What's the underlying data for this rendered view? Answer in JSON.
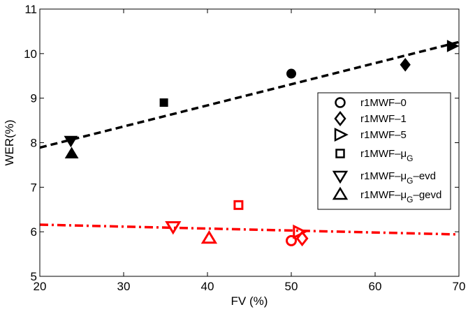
{
  "chart_data": {
    "type": "scatter",
    "title": "",
    "xlabel": "FV (%)",
    "ylabel": "WER(%)",
    "xlim": [
      20,
      70
    ],
    "ylim": [
      5,
      11
    ],
    "xticks": [
      20,
      30,
      40,
      50,
      60,
      70
    ],
    "yticks": [
      5,
      6,
      7,
      8,
      9,
      10,
      11
    ],
    "xtick_labels": [
      "20",
      "30",
      "40",
      "50",
      "60",
      "70"
    ],
    "ytick_labels": [
      "5",
      "6",
      "7",
      "8",
      "9",
      "10",
      "11"
    ],
    "grid": false,
    "legend_position": "right",
    "legend": [
      {
        "marker": "circle",
        "label": "r1MWF–0",
        "sub": "",
        "suffix": ""
      },
      {
        "marker": "diamond",
        "label": "r1MWF–1",
        "sub": "",
        "suffix": ""
      },
      {
        "marker": "triangle-right",
        "label": "r1MWF–5",
        "sub": "",
        "suffix": ""
      },
      {
        "marker": "square",
        "label": "r1MWF–μ",
        "sub": "G",
        "suffix": ""
      },
      {
        "marker": "triangle-down",
        "label": "r1MWF–μ",
        "sub": "G",
        "suffix": "–evd"
      },
      {
        "marker": "triangle-up",
        "label": "r1MWF–μ",
        "sub": "G",
        "suffix": "–gevd"
      }
    ],
    "series": [
      {
        "name": "black",
        "color": "#000000",
        "filled": true,
        "points": [
          {
            "method": "r1MWF-0",
            "marker": "circle",
            "x": 50.0,
            "y": 9.55
          },
          {
            "method": "r1MWF-1",
            "marker": "diamond",
            "x": 63.6,
            "y": 9.75
          },
          {
            "method": "r1MWF-5",
            "marker": "triangle-right",
            "x": 69.2,
            "y": 10.17
          },
          {
            "method": "r1MWF-muG",
            "marker": "square",
            "x": 34.8,
            "y": 8.9
          },
          {
            "method": "r1MWF-muG-evd",
            "marker": "triangle-down",
            "x": 23.7,
            "y": 8.05
          },
          {
            "method": "r1MWF-muG-gevd",
            "marker": "triangle-up",
            "x": 23.8,
            "y": 7.75
          }
        ],
        "fit_line": {
          "style": "dashed",
          "x": [
            20,
            70
          ],
          "y": [
            7.89,
            10.26
          ]
        }
      },
      {
        "name": "red",
        "color": "#ff0000",
        "filled": false,
        "points": [
          {
            "method": "r1MWF-0",
            "marker": "circle",
            "x": 50.0,
            "y": 5.8
          },
          {
            "method": "r1MWF-1",
            "marker": "diamond",
            "x": 51.3,
            "y": 5.85
          },
          {
            "method": "r1MWF-5",
            "marker": "triangle-right",
            "x": 50.9,
            "y": 6.0
          },
          {
            "method": "r1MWF-muG",
            "marker": "square",
            "x": 43.7,
            "y": 6.6
          },
          {
            "method": "r1MWF-muG-evd",
            "marker": "triangle-down",
            "x": 35.9,
            "y": 6.12
          },
          {
            "method": "r1MWF-muG-gevd",
            "marker": "triangle-up",
            "x": 40.2,
            "y": 5.85
          }
        ],
        "fit_line": {
          "style": "dash-dot",
          "x": [
            20,
            70
          ],
          "y": [
            6.16,
            5.94
          ]
        }
      }
    ]
  }
}
